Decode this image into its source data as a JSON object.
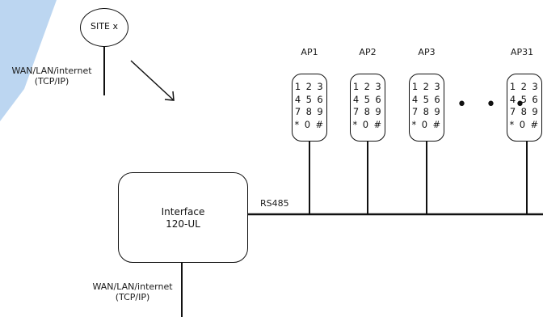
{
  "site": {
    "label": "SITE x"
  },
  "wan_top": {
    "label": "WAN/LAN/internet\n(TCP/IP)"
  },
  "wan_bottom": {
    "label": "WAN/LAN/internet\n(TCP/IP)"
  },
  "interface": {
    "label": "Interface\n120-UL"
  },
  "bus": {
    "label": "RS485"
  },
  "access_points": [
    {
      "name": "AP1",
      "keys": "1 2 3\n4 5 6\n7 8 9\n* 0 #"
    },
    {
      "name": "AP2",
      "keys": "1 2 3\n4 5 6\n7 8 9\n* 0 #"
    },
    {
      "name": "AP3",
      "keys": "1 2 3\n4 5 6\n7 8 9\n* 0 #"
    },
    {
      "name": "AP31",
      "keys": "1 2 3\n4 5 6\n7 8 9\n* 0 #"
    }
  ],
  "ellipsis": "• • •",
  "colors": {
    "accent_blue": "#bcd6f1",
    "line": "#111111"
  }
}
